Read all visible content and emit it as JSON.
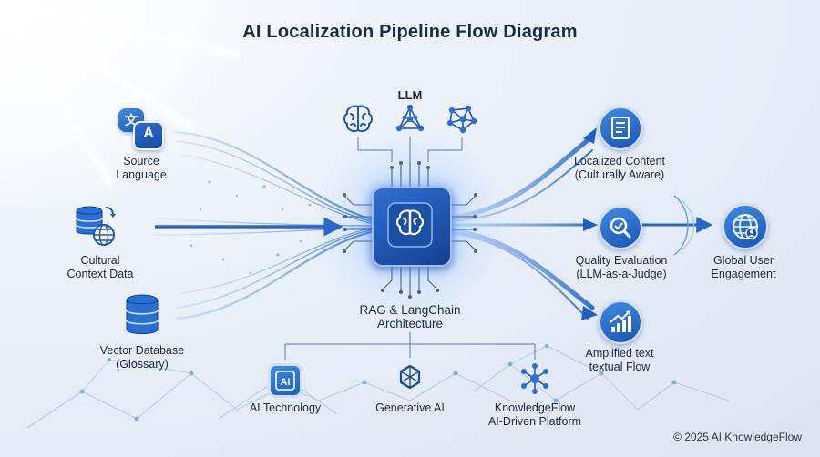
{
  "title": "AI Localization Pipeline Flow Diagram",
  "inputs": [
    {
      "id": "source-language",
      "lines": [
        "Source",
        "Language"
      ],
      "icon": "translate-icon"
    },
    {
      "id": "cultural-context",
      "lines": [
        "Cultural",
        "Context Data"
      ],
      "icon": "database-globe-icon"
    },
    {
      "id": "vector-database",
      "lines": [
        "Vector Database",
        "(Glossary)"
      ],
      "icon": "database-icon"
    }
  ],
  "llm": {
    "label": "LLM",
    "icons": [
      "brain-outline-icon",
      "network-triangle-icon",
      "neural-graph-icon"
    ]
  },
  "core": {
    "lines": [
      "RAG & LangChain",
      "Architecture"
    ],
    "icon": "chip-brain-icon"
  },
  "technologies": [
    {
      "id": "ai-technology",
      "lines": [
        "AI Technology"
      ],
      "icon": "ai-chip-icon"
    },
    {
      "id": "generative-ai",
      "lines": [
        "Generative AI"
      ],
      "icon": "openai-knot-icon"
    },
    {
      "id": "knowledgeflow",
      "lines": [
        "KnowledgeFlow",
        "AI-Driven Platform"
      ],
      "icon": "network-hub-icon"
    }
  ],
  "outputs": [
    {
      "id": "localized-content",
      "lines": [
        "Localized Content",
        "(Culturally Aware)"
      ],
      "icon": "document-icon"
    },
    {
      "id": "quality-evaluation",
      "lines": [
        "Quality Evaluation",
        "(LLM-as-a-Judge)"
      ],
      "icon": "magnifier-check-icon"
    },
    {
      "id": "amplified-text",
      "lines": [
        "Amplified text",
        "textual Flow"
      ],
      "icon": "bar-chart-growth-icon"
    }
  ],
  "final": {
    "lines": [
      "Global User",
      "Engagement"
    ],
    "icon": "globe-user-icon"
  },
  "copyright": "© 2025 AI KnowledgeFlow",
  "colors": {
    "accent": "#2a6fd6",
    "dark": "#1b2a45",
    "glow": "#7fb4ff"
  }
}
